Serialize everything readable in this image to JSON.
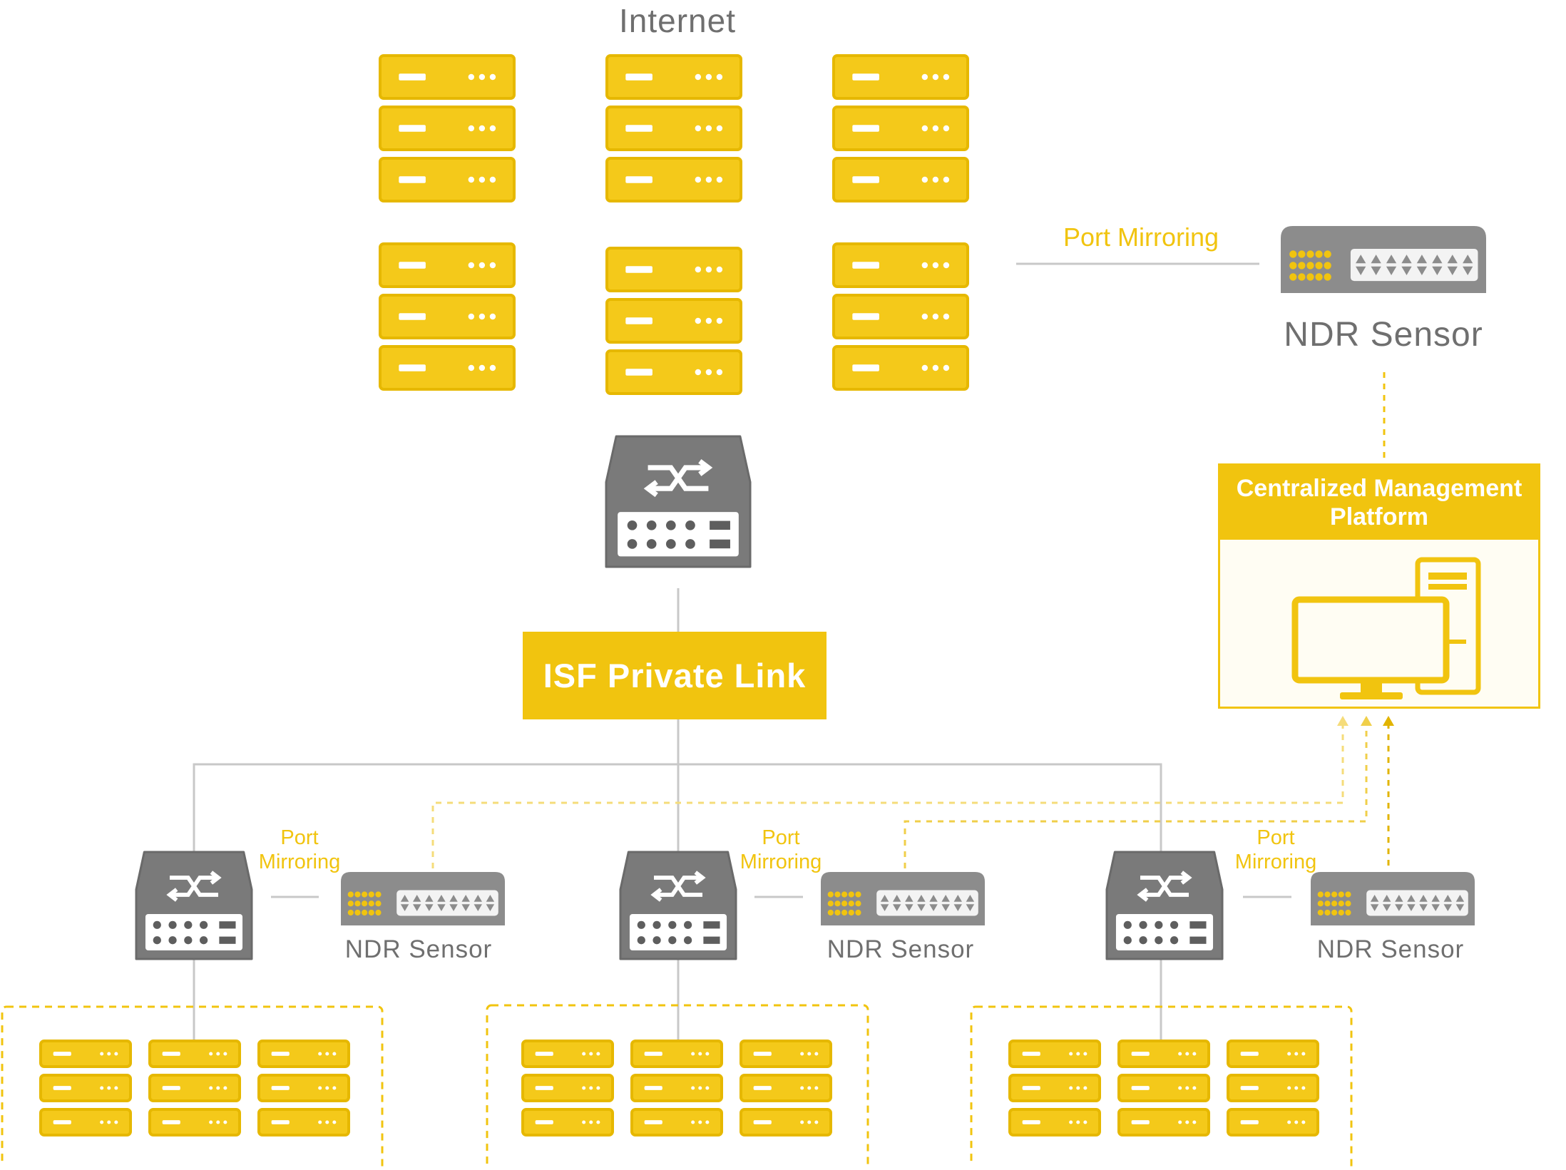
{
  "labels": {
    "internet": "Internet",
    "port_mirroring": "Port Mirroring",
    "ndr_sensor": "NDR Sensor",
    "isf_private_link": "ISF Private Link",
    "cmp_title": "Centralized Management Platform"
  },
  "branches": [
    {
      "port_mirroring": "Port Mirroring",
      "sensor_label": "NDR Sensor"
    },
    {
      "port_mirroring": "Port Mirroring",
      "sensor_label": "NDR Sensor"
    },
    {
      "port_mirroring": "Port Mirroring",
      "sensor_label": "NDR Sensor"
    }
  ],
  "colors": {
    "accent": "#f1c40f",
    "server_fill": "#f4c91a",
    "server_border": "#e6b800",
    "device_gray": "#7a7a7a",
    "line_gray": "#c8c8c8",
    "text_gray": "#6f6f6f"
  }
}
